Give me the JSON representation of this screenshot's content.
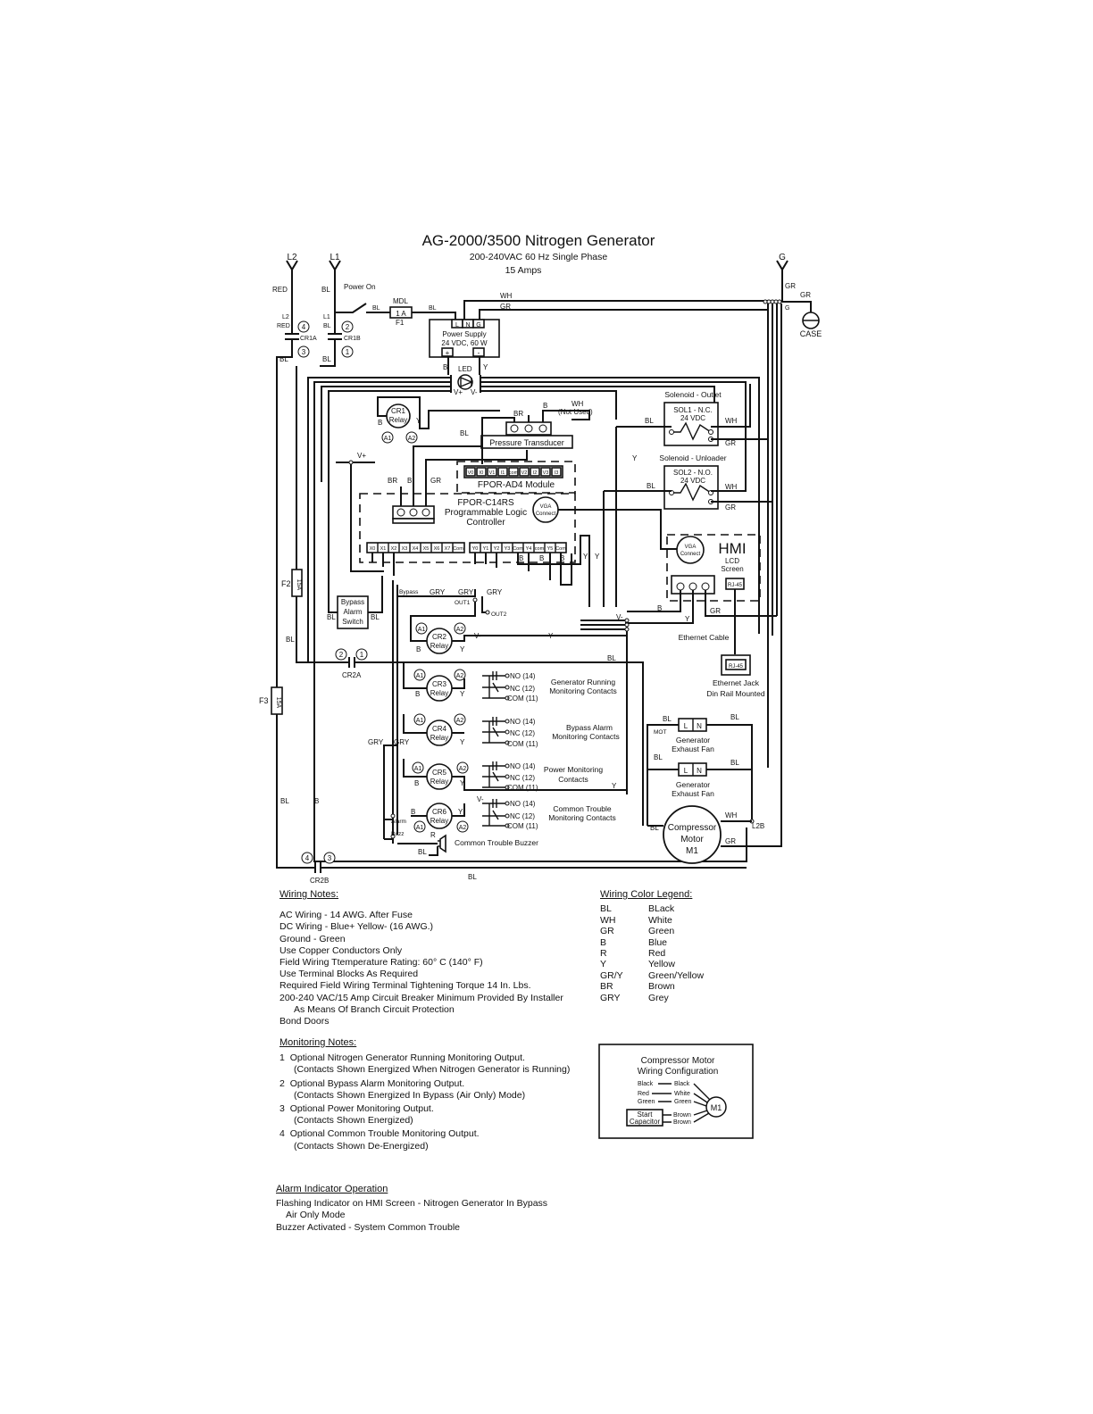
{
  "title": "AG-2000/3500 Nitrogen Generator",
  "subtitle1": "200-240VAC 60 Hz Single Phase",
  "subtitle2": "15 Amps",
  "labels": {
    "l2": "L2",
    "l1": "L1",
    "g": "G",
    "red": "RED",
    "bl": "BL",
    "wh": "WH",
    "gr": "GR",
    "b": "B",
    "y": "Y",
    "br": "BR",
    "gry": "GRY",
    "power_on": "Power On",
    "mdl": "MDL",
    "f1_rating": "1 A",
    "f1": "F1",
    "case": "CASE",
    "cr1a": "CR1A",
    "cr1b": "CR1B",
    "ps_l": "L",
    "ps_n": "N",
    "ps_g": "G",
    "ps_line1": "Power Supply",
    "ps_line2": "24 VDC, 60 W",
    "ps_plus": "+",
    "ps_minus": "-",
    "led": "LED",
    "vplus": "V+",
    "vminus": "V-",
    "cr1_relay1": "CR1",
    "cr1_relay2": "Relay",
    "a1": "A1",
    "a2": "A2",
    "wh_not_used1": "WH",
    "wh_not_used2": "(Not Used)",
    "pressure_transducer": "Pressure Transducer",
    "solenoid_outlet": "Solenoid - Outlet",
    "sol1_1": "SOL1 - N.C.",
    "sol1_2": "24 VDC",
    "solenoid_unloader": "Solenoid - Unloader",
    "sol2_1": "SOL2 - N.O.",
    "sol2_2": "24 VDC",
    "ad4_terms": [
      "V0",
      "I0",
      "V1",
      "I1",
      "com",
      "V2",
      "I2",
      "V3",
      "I3"
    ],
    "fpor_ad4": "FPOR-AD4 Module",
    "plc1": "FPOR-C14RS",
    "plc2": "Programmable Logic",
    "plc3": "Controller",
    "vga1": "VGA",
    "vga2": "Connect",
    "x_terms": [
      "X0",
      "X1",
      "X2",
      "X3",
      "X4",
      "X5",
      "X6",
      "X7",
      "Com"
    ],
    "y_terms": [
      "Y0",
      "Y1",
      "Y2",
      "Y3",
      "Com",
      "Y4",
      "com",
      "Y5",
      "Com"
    ],
    "hmi1": "HMI",
    "hmi2": "LCD",
    "hmi3": "Screen",
    "rj45": "RJ-45",
    "f2": "F2",
    "f2_rating": "15A",
    "f3": "F3",
    "f3_rating": "15A",
    "bypass_alarm1": "Bypass",
    "bypass_alarm2": "Alarm",
    "bypass_alarm3": "Switch",
    "bypass": "Bypass",
    "out1": "OUT1",
    "out2": "OUT2",
    "ethernet_cable": "Ethernet Cable",
    "cr2a": "CR2A",
    "cr2b": "CR2B",
    "cr2": "CR2",
    "cr3": "CR3",
    "cr4": "CR4",
    "cr5": "CR5",
    "cr6": "CR6",
    "relay": "Relay",
    "no14": "NO (14)",
    "nc12": "NC (12)",
    "com11": "COM (11)",
    "gen_running1": "Generator Running",
    "gen_running2": "Monitoring Contacts",
    "bypass_mon1": "Bypass Alarm",
    "bypass_mon2": "Monitoring Contacts",
    "power_mon1": "Power Monitoring",
    "power_mon2": "Contacts",
    "common_mon1": "Common Trouble",
    "common_mon2": "Monitoring Contacts",
    "common_buzzer": "Common Trouble Buzzer",
    "alarm": "Alarm",
    "buzz": "Buzz",
    "r": "R",
    "eth_jack1": "Ethernet Jack",
    "eth_jack2": "Din Rail Mounted",
    "mot": "MOT",
    "fan_l": "L",
    "fan_n": "N",
    "fan1_1": "Generator",
    "fan1_2": "Exhaust Fan",
    "fan2_1": "Generator",
    "fan2_2": "Exhaust Fan",
    "motor1": "Compressor",
    "motor2": "Motor",
    "motor3": "M1",
    "l2b": "L2B",
    "n1": "1",
    "n2": "2",
    "n3": "3",
    "n4": "4"
  },
  "wiring_notes": {
    "heading": "Wiring Notes:",
    "lines": [
      "AC Wiring - 14 AWG. After Fuse",
      "DC Wiring - Blue+ Yellow- (16 AWG.)",
      "Ground - Green",
      "Use Copper Conductors Only",
      "Field Wiring Ttemperature Rating: 60° C (140° F)",
      "Use Terminal Blocks As Required",
      "Required Field Wiring Terminal Tightening Torque 14 In. Lbs.",
      "200-240 VAC/15 Amp Circuit Breaker Minimum Provided By Installer",
      "As Means Of Branch Circuit Protection",
      "Bond Doors"
    ]
  },
  "legend": {
    "heading": "Wiring Color Legend:",
    "items": [
      {
        "code": "BL",
        "name": "BLack"
      },
      {
        "code": "WH",
        "name": "White"
      },
      {
        "code": "GR",
        "name": "Green"
      },
      {
        "code": "B",
        "name": "Blue"
      },
      {
        "code": "R",
        "name": "Red"
      },
      {
        "code": "Y",
        "name": "Yellow"
      },
      {
        "code": "GR/Y",
        "name": "Green/Yellow"
      },
      {
        "code": "BR",
        "name": "Brown"
      },
      {
        "code": "GRY",
        "name": "Grey"
      }
    ]
  },
  "monitoring_notes": {
    "heading": "Monitoring Notes:",
    "items": [
      {
        "num": "1",
        "text": "Optional Nitrogen Generator Running Monitoring Output.",
        "sub": "(Contacts Shown Energized When Nitrogen Generator is Running)"
      },
      {
        "num": "2",
        "text": "Optional Bypass Alarm Monitoring Output.",
        "sub": "(Contacts Shown Energized In Bypass (Air Only) Mode)"
      },
      {
        "num": "3",
        "text": "Optional Power Monitoring Output.",
        "sub": "(Contacts Shown Energized)"
      },
      {
        "num": "4",
        "text": "Optional Common Trouble Monitoring Output.",
        "sub": "(Contacts Shown  De-Energized)"
      }
    ]
  },
  "motor_config": {
    "title1": "Compressor Motor",
    "title2": "Wiring Configuration",
    "black": "Black",
    "black2": "Black",
    "red": "Red",
    "white": "White",
    "green": "Green",
    "green2": "Green",
    "start1": "Start",
    "start2": "Capacitor",
    "brown": "Brown",
    "brown2": "Brown",
    "m1": "M1"
  },
  "alarm_indicator": {
    "heading": "Alarm Indicator Operation",
    "line1": "Flashing Indicator on HMI Screen - Nitrogen Generator In Bypass",
    "line2": "Air Only Mode",
    "line3": "Buzzer Activated - System Common Trouble"
  }
}
